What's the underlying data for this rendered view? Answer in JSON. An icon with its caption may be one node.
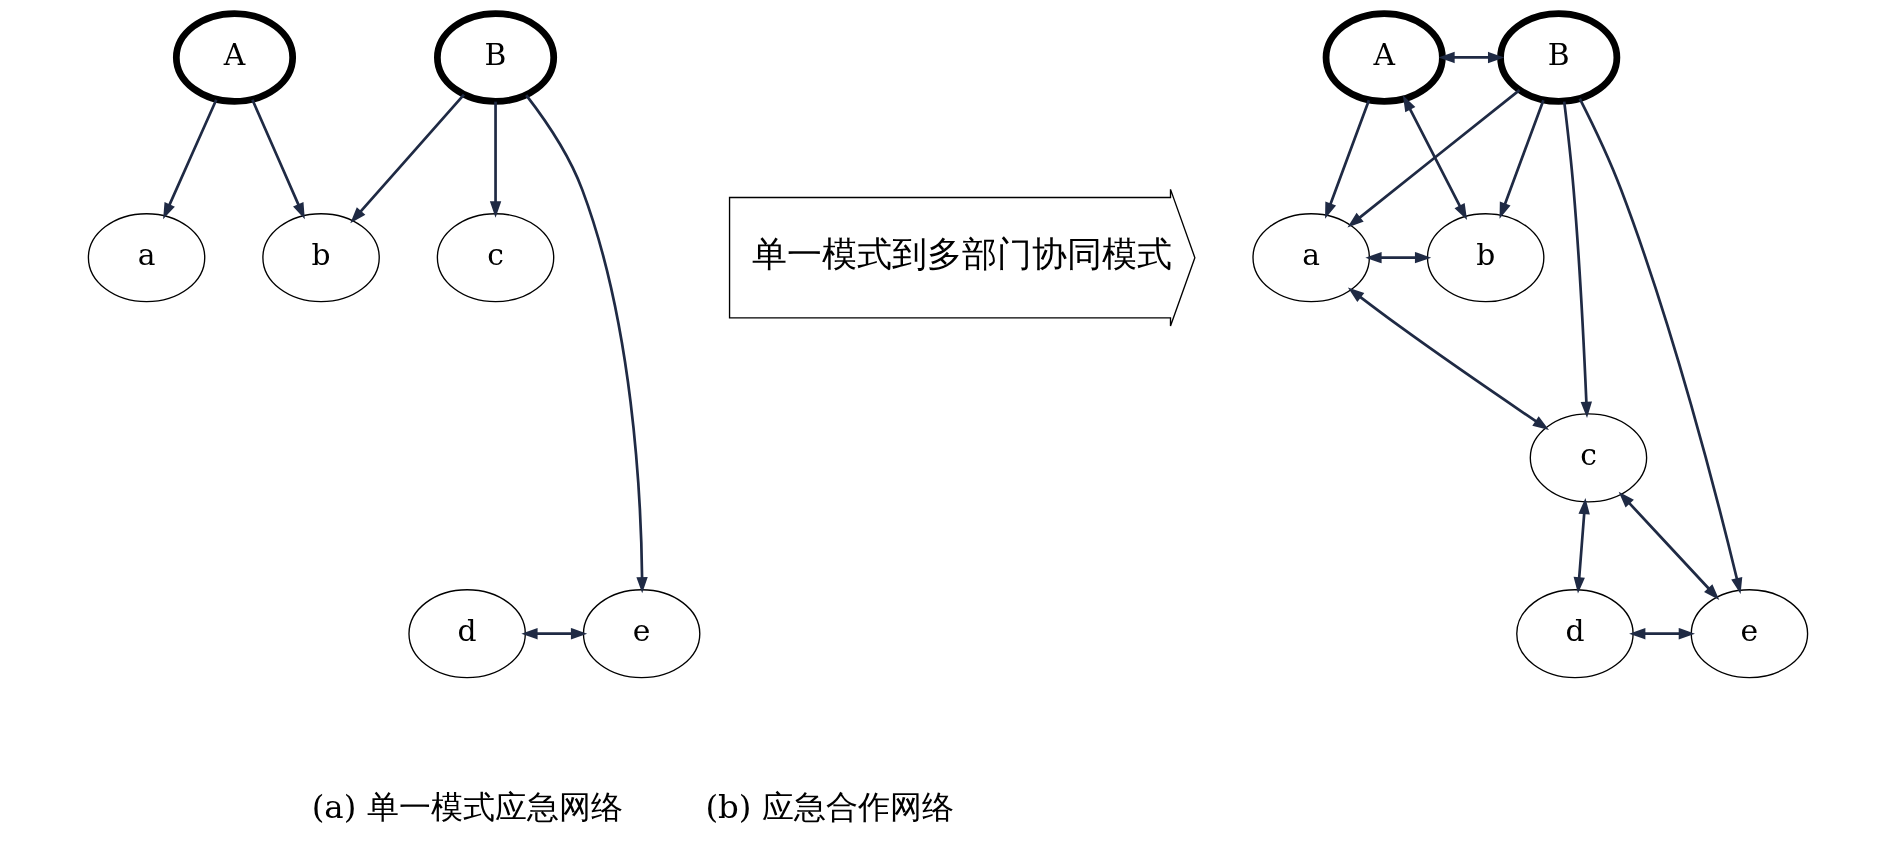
{
  "diagram": {
    "nodes": [
      {
        "text": [
          "A"
        ]
      },
      {
        "text": [
          "B"
        ]
      },
      {
        "text": [
          "a"
        ]
      },
      {
        "text": [
          "b"
        ]
      },
      {
        "text": [
          "c"
        ]
      },
      {
        "text": [
          "d"
        ]
      },
      {
        "text": [
          "e"
        ]
      },
      {
        "text": [
          "单一模式到多部门协同模式"
        ]
      },
      {
        "text": [
          "A"
        ]
      },
      {
        "text": [
          "B"
        ]
      },
      {
        "text": [
          "a"
        ]
      },
      {
        "text": [
          "b"
        ]
      },
      {
        "text": [
          "c"
        ]
      },
      {
        "text": [
          "d"
        ]
      },
      {
        "text": [
          "e"
        ]
      }
    ],
    "edges": [
      {
        "from": 0,
        "to": 2,
        "arrow": "to"
      },
      {
        "from": 0,
        "to": 3,
        "arrow": "to"
      },
      {
        "from": 1,
        "to": 3,
        "arrow": "to"
      },
      {
        "from": 1,
        "to": 4,
        "arrow": "to"
      },
      {
        "from": 1,
        "to": 6,
        "arrow": "to"
      },
      {
        "from": 5,
        "to": 6,
        "arrow": "both"
      },
      {
        "from": 8,
        "to": 9,
        "arrow": "both"
      },
      {
        "from": 9,
        "to": 14,
        "arrow": "to"
      },
      {
        "from": 8,
        "to": 10,
        "arrow": "to"
      },
      {
        "from": 8,
        "to": 11,
        "arrow": "both"
      },
      {
        "from": 9,
        "to": 10,
        "arrow": "to"
      },
      {
        "from": 9,
        "to": 12,
        "arrow": "to"
      },
      {
        "from": 9,
        "to": 11,
        "arrow": "to"
      },
      {
        "from": 10,
        "to": 11,
        "arrow": "both"
      },
      {
        "from": 10,
        "to": 12,
        "arrow": "both"
      },
      {
        "from": 12,
        "to": 13,
        "arrow": "both"
      },
      {
        "from": 12,
        "to": 14,
        "arrow": "both"
      },
      {
        "from": 13,
        "to": 14,
        "arrow": "both"
      }
    ],
    "labels": [
      "(a) 单一模式应急网络",
      "(b) 应急合作网络"
    ]
  }
}
